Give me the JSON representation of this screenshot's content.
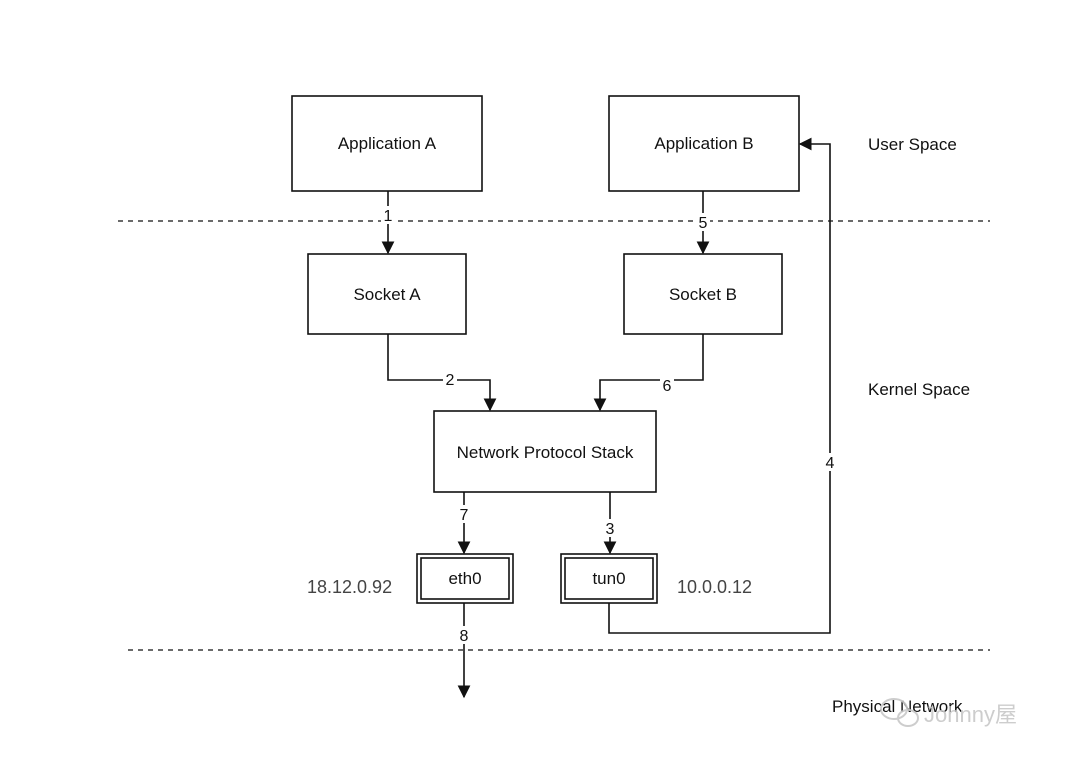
{
  "nodes": {
    "app_a": "Application A",
    "app_b": "Application B",
    "socket_a": "Socket A",
    "socket_b": "Socket B",
    "stack": "Network Protocol Stack",
    "eth0": "eth0",
    "tun0": "tun0"
  },
  "regions": {
    "user_space": "User Space",
    "kernel_space": "Kernel Space",
    "physical_network": "Physical Network"
  },
  "addresses": {
    "eth0_ip": "18.12.0.92",
    "tun0_ip": "10.0.0.12"
  },
  "steps": [
    "1",
    "2",
    "3",
    "4",
    "5",
    "6",
    "7",
    "8"
  ],
  "watermark": "Johnny屋"
}
